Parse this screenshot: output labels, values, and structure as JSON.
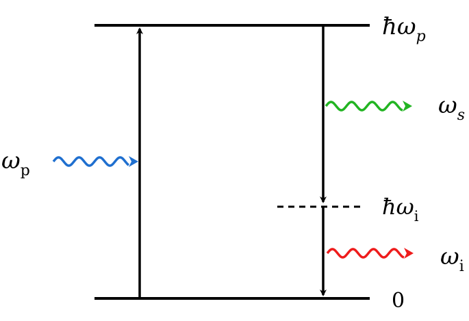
{
  "levels": {
    "top": {
      "hbar": "ħ",
      "omega": "ω",
      "sub": "p"
    },
    "intermediate": {
      "hbar": "ħ",
      "omega": "ω",
      "sub": "i"
    },
    "ground": {
      "label": "0"
    }
  },
  "waves": {
    "pump": {
      "omega": "ω",
      "sub": "p",
      "color": "#1f6fcf"
    },
    "signal": {
      "omega": "ω",
      "sub": "s",
      "color": "#22b422"
    },
    "idler": {
      "omega": "ω",
      "sub": "i",
      "color": "#ee1c1c"
    }
  },
  "colors": {
    "line": "#000000"
  }
}
